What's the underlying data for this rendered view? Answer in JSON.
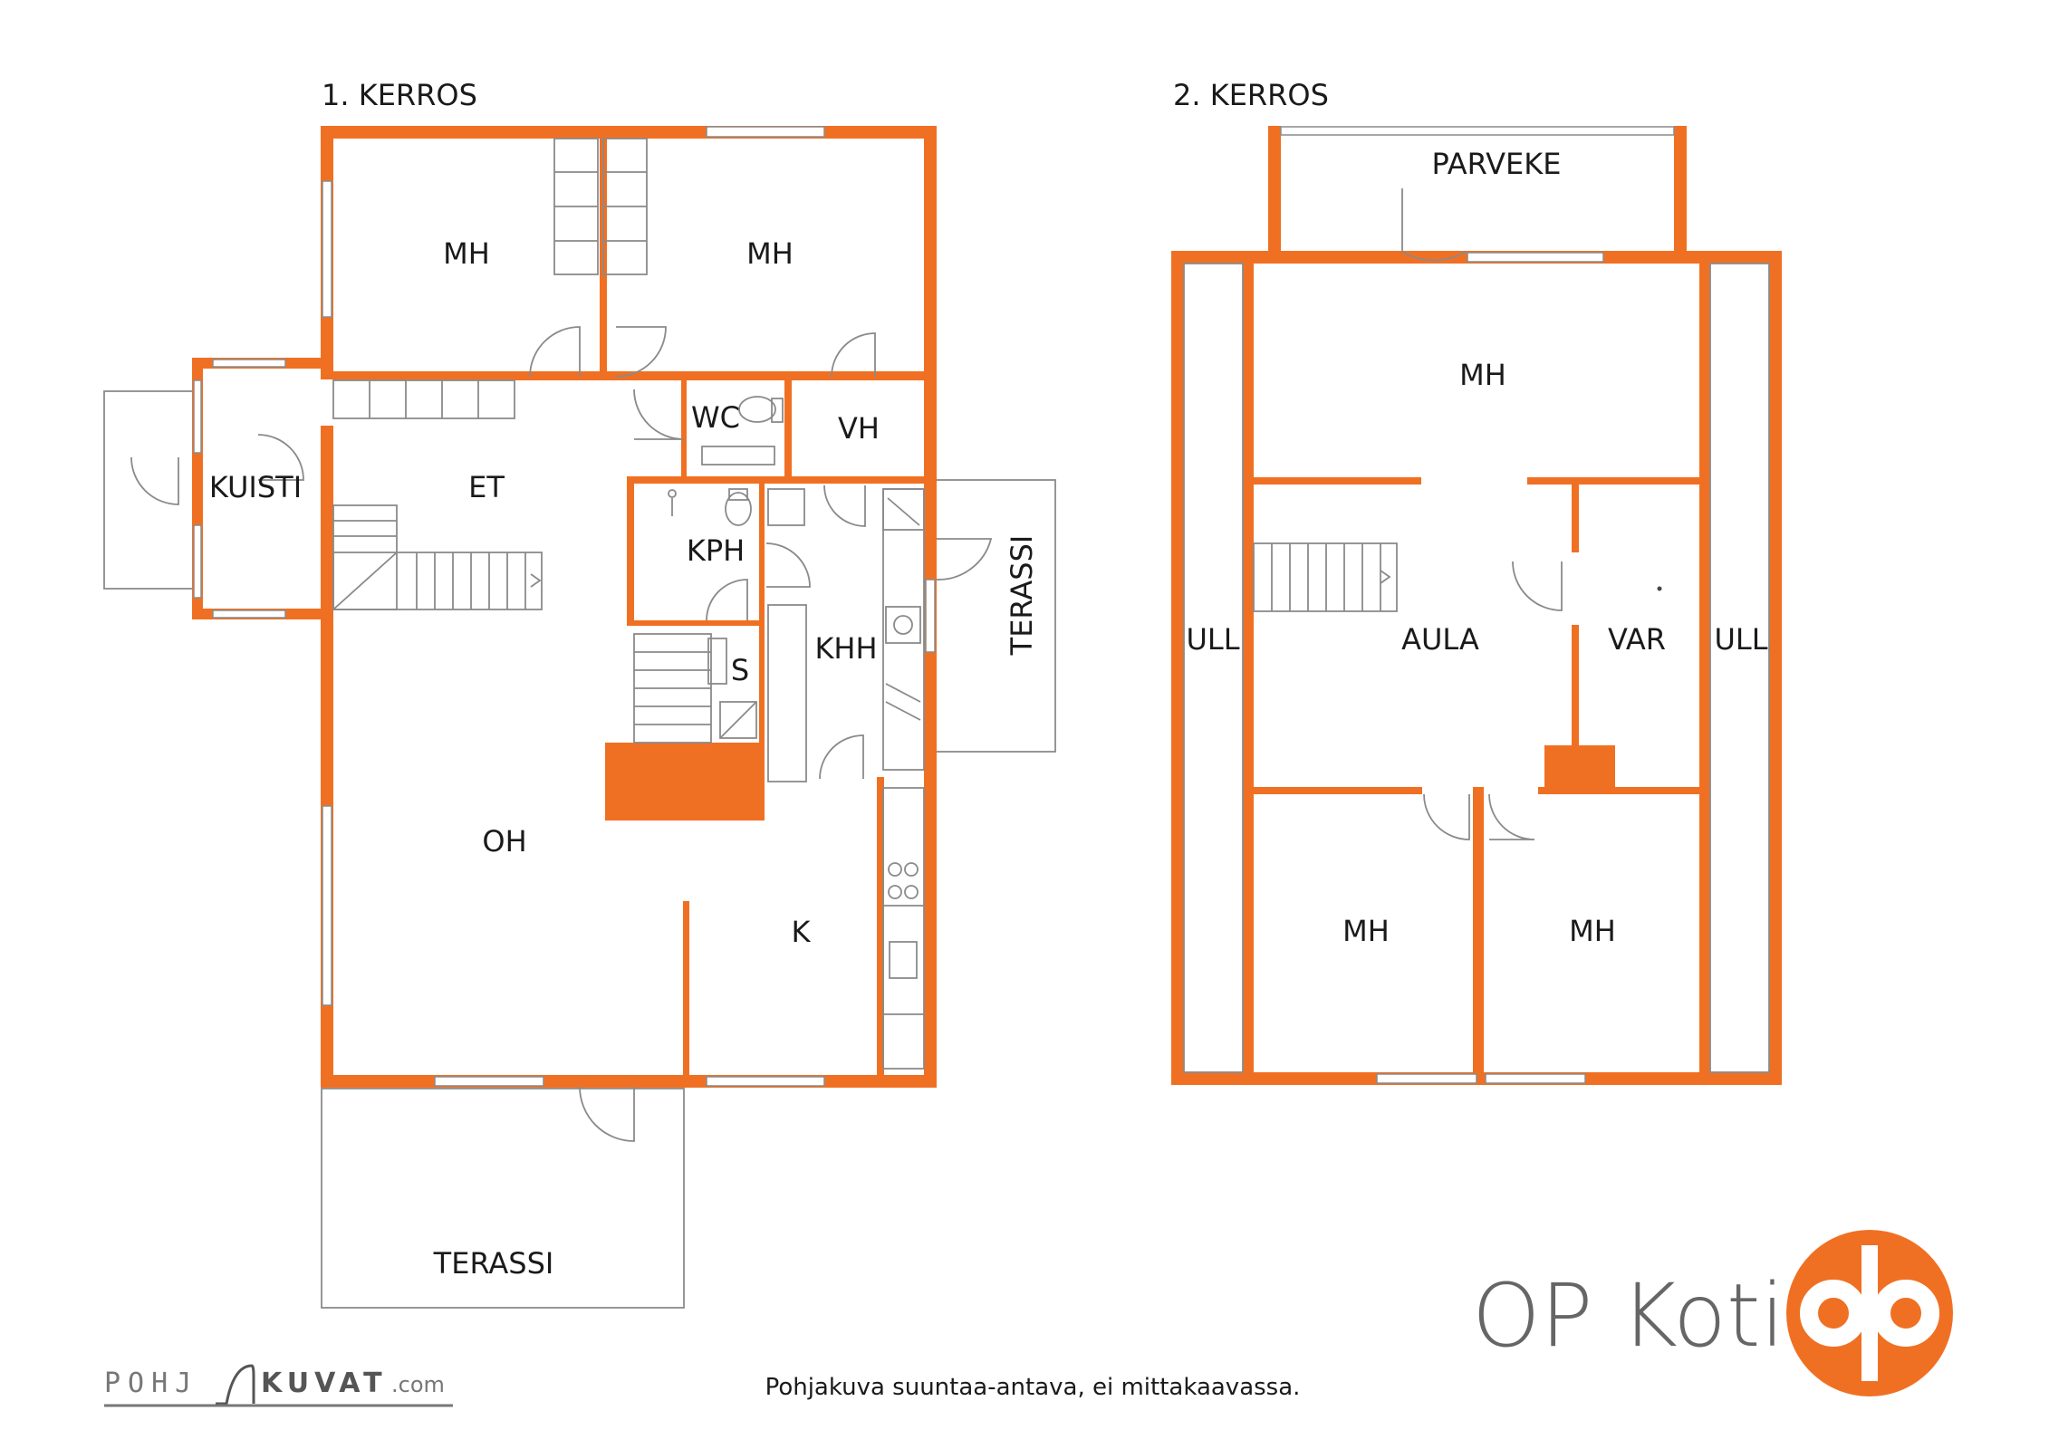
{
  "floor1": {
    "title": "1. KERROS",
    "rooms": {
      "mh_left": "MH",
      "mh_right": "MH",
      "wc": "WC",
      "vh": "VH",
      "kuisti": "KUISTI",
      "et": "ET",
      "kph": "KPH",
      "s": "S",
      "khh": "KHH",
      "oh": "OH",
      "k": "K",
      "terassi_east": "TERASSI",
      "terassi_south": "TERASSI"
    }
  },
  "floor2": {
    "title": "2. KERROS",
    "rooms": {
      "parveke": "PARVEKE",
      "mh_top": "MH",
      "ull_left": "ULL",
      "aula": "AULA",
      "var": "VAR",
      "ull_right": "ULL",
      "mh_bottom_left": "MH",
      "mh_bottom_right": "MH"
    }
  },
  "footer": {
    "disclaimer": "Pohjakuva suuntaa-antava, ei mittakaavassa.",
    "credit_left": "POHJ",
    "credit_right": "KUVAT",
    "credit_domain": ".com"
  },
  "brand": {
    "name": "OP Koti",
    "logo": "op-logo-icon"
  },
  "colors": {
    "wall": "#f07023",
    "brand_text": "#666666",
    "fixture_line": "#8a8a8a",
    "label": "#1a1a1a"
  }
}
